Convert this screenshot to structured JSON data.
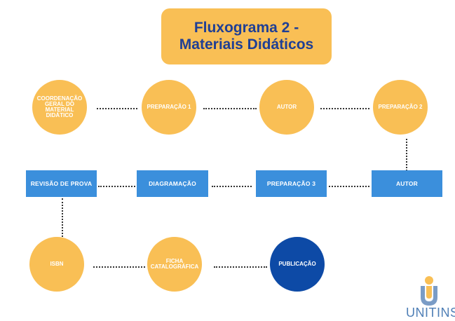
{
  "title": {
    "line1": "Fluxograma 2 -",
    "line2": "Materiais Didáticos"
  },
  "nodes": {
    "coordenacao": "COORDENAÇÃO GERAL DO MATERIAL DIDÁTICO",
    "preparacao1": "PREPARAÇÃO 1",
    "autor1": "AUTOR",
    "preparacao2": "PREPARAÇÃO 2",
    "revisao": "REVISÃO DE PROVA",
    "diagramacao": "DIAGRAMAÇÃO",
    "preparacao3": "PREPARAÇÃO 3",
    "autor2": "AUTOR",
    "isbn": "ISBN",
    "ficha": "FICHA CATALOGRÁFICA",
    "publicacao": "PUBLICAÇÃO"
  },
  "logo": {
    "text": "UNITINS"
  },
  "colors": {
    "circle": "#f9bf55",
    "rect": "#3b8fdc",
    "dark": "#0d4aa6",
    "title_text": "#1f3f95"
  }
}
